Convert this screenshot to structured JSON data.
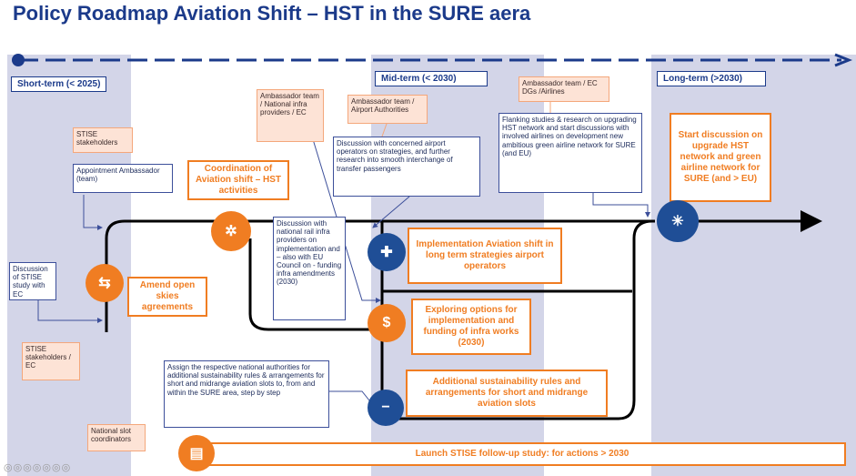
{
  "title": "Policy Roadmap Aviation Shift – HST in the SURE aera",
  "phases": {
    "short": "Short-term (< 2025)",
    "mid": "Mid-term (< 2030)",
    "long": "Long-term (>2030)"
  },
  "boxes": {
    "stise_stakeholders": "STISE stakeholders",
    "appointment": "Appointment Ambassador (team)",
    "discussion_stise": "Discussion of STISE study with EC",
    "stise_stakeholders_ec": "STISE stakeholders / EC",
    "ambassador_national": "Ambassador team / National infra providers / EC",
    "ambassador_airport": "Ambassador team / Airport Authorities",
    "discussion_airport": "Discussion with concerned airport operators on strategies, and further research into smooth interchange of transfer passengers",
    "discussion_rail": "Discussion with national rail infra providers on implementation and – also with EU Council on - funding infra amendments (2030)",
    "ambassador_ec_dgs": "Ambassador team / EC DGs /Airlines",
    "flanking": "Flanking studies & research on upgrading HST network and start discussions with involved airlines on development new ambitious green airline network for SURE (and EU)",
    "assign": "Assign the respective national authorities for additional sustainability rules & arrangements for short and midrange aviation slots to, from and within the SURE area, step by step",
    "national_slot": "National slot coordinators"
  },
  "actions": {
    "amend": "Amend open skies agreements",
    "coordination": "Coordination of Aviation shift – HST activities",
    "implementation": "Implementation Aviation shift in long term strategies airport operators",
    "exploring": "Exploring options for implementation and funding of infra works (2030)",
    "additional": "Additional sustainability rules and arrangements for short and midrange aviation slots",
    "start_discussion": "Start discussion on upgrade HST network and green airline network for SURE (and > EU)",
    "launch": "Launch STISE follow-up study: for actions > 2030"
  },
  "icons": {
    "amend": "arrows-exchange-icon",
    "coordination": "network-people-icon",
    "implementation": "puzzle-icon",
    "exploring": "money-bag-icon",
    "additional": "minus-icon",
    "start_discussion": "network-icon",
    "launch": "document-icon"
  },
  "colors": {
    "blue": "#1b3a8a",
    "orange": "#f07d22",
    "band": "#d3d5e8"
  }
}
